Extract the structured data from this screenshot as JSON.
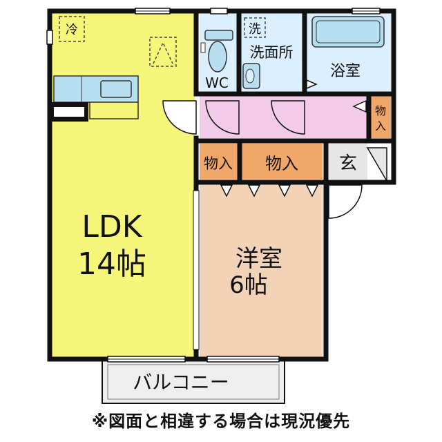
{
  "colors": {
    "ldk": "#f6f67a",
    "western_room": "#f2d3b8",
    "storage": "#f2a76a",
    "wet_area": "#dcefff",
    "hallway": "#f2cbe8",
    "entrance": "#e6e6e6",
    "balcony": "#eeeeee",
    "wall": "#111111"
  },
  "rooms": {
    "ldk": {
      "name": "LDK",
      "size": "14帖"
    },
    "western_room": {
      "name": "洋室",
      "size": "6帖"
    },
    "toilet": {
      "name": "WC"
    },
    "washroom": {
      "name": "洗面所"
    },
    "bathroom": {
      "name": "浴室"
    },
    "entrance": {
      "name": "玄"
    },
    "balcony": {
      "name": "バルコニー"
    }
  },
  "storage": {
    "west_closet": "物入",
    "east_closet": "物入",
    "hall_closet_top": "物",
    "hall_closet_bottom": "入"
  },
  "symbols": {
    "fridge": "冷",
    "washer": "洗"
  },
  "note": "※図面と相違する場合は現況優先"
}
